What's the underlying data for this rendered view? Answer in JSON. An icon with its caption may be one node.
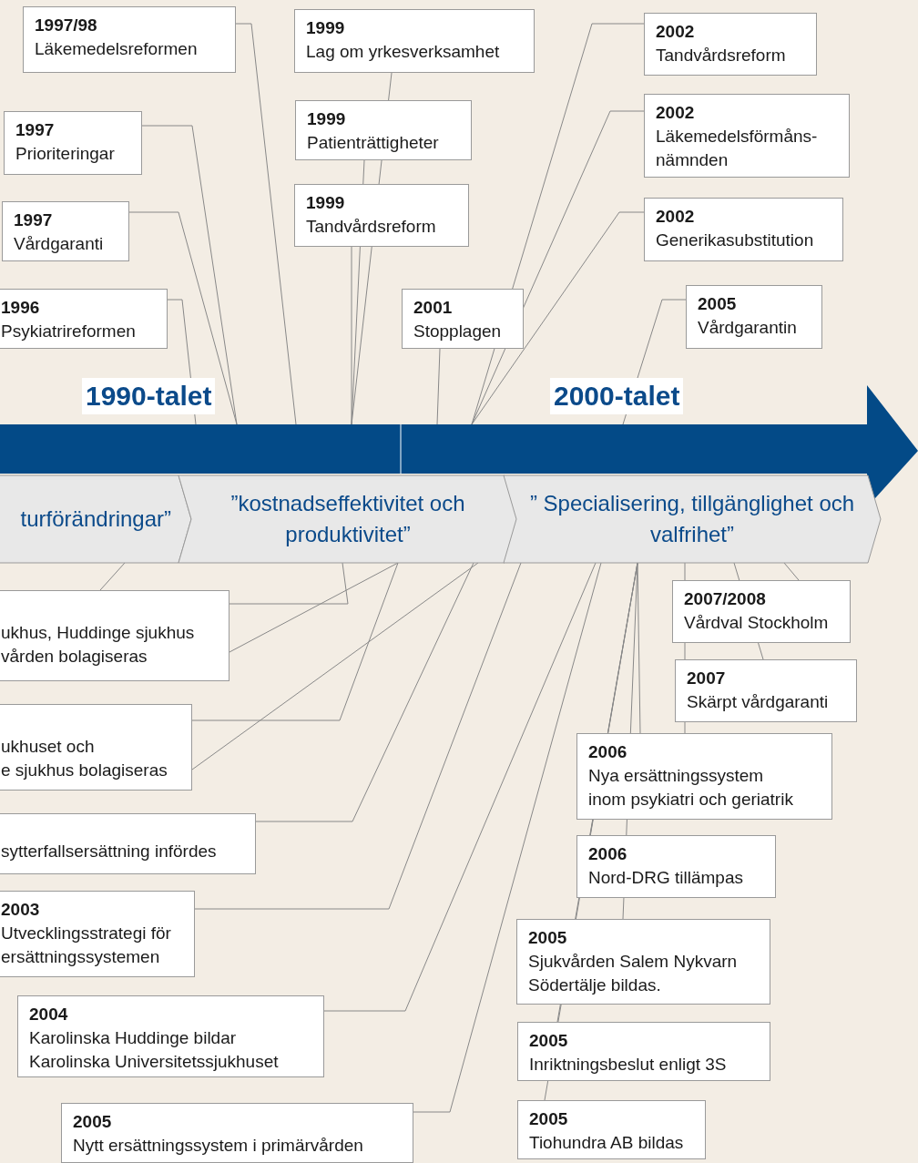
{
  "diagram": {
    "nodes": [
      {
        "text": [],
        "shape": "bar"
      },
      {
        "text": [
          "turförändringar”"
        ]
      },
      {
        "text": [
          "”kostnadseffektivitet och produktivitet”"
        ]
      },
      {
        "text": [
          "” Specialisering, tillgänglighet och valfrihet”"
        ]
      },
      {
        "text": [
          "1997/98",
          "Läkemedelsreformen"
        ]
      },
      {
        "text": [
          "1997",
          "Prioriteringar"
        ]
      },
      {
        "text": [
          "1997",
          "Vårdgaranti"
        ]
      },
      {
        "text": [
          "1996",
          "Psykiatrireformen"
        ]
      },
      {
        "text": [
          "1999",
          "Lag om yrkesverksamhet"
        ]
      },
      {
        "text": [
          "1999",
          "Patienträttigheter"
        ]
      },
      {
        "text": [
          "1999",
          "Tandvårdsreform"
        ]
      },
      {
        "text": [
          "2001",
          "Stopplagen"
        ]
      },
      {
        "text": [
          "2002",
          "Tandvårdsreform"
        ]
      },
      {
        "text": [
          "2002",
          "Läkemedelsförmåns- nämnden"
        ]
      },
      {
        "text": [
          "2002",
          "Generikasubstitution"
        ]
      },
      {
        "text": [
          "2005",
          "Vårdgarantin"
        ]
      },
      {
        "text": [
          "ukhus, Huddinge sjukhus vården bolagiseras"
        ]
      },
      {
        "text": [
          "ukhuset och",
          "e sjukhus bolagiseras"
        ]
      },
      {
        "text": [
          "sytterfallsersättning infördes"
        ]
      },
      {
        "text": [
          "2003",
          "Utvecklingsstrategi för ersättningssystemen"
        ]
      },
      {
        "text": [
          "2004",
          "Karolinska Huddinge bildar Karolinska Universitetssjukhuset"
        ]
      },
      {
        "text": [
          "2005",
          "Nytt ersättningssystem i primärvården"
        ]
      },
      {
        "text": [
          "2007/2008",
          "Vårdval Stockholm"
        ]
      },
      {
        "text": [
          "2007",
          "Skärpt vårdgaranti"
        ]
      },
      {
        "text": [
          "2006",
          "Nya ersättningssystem inom psykiatri och geriatrik"
        ]
      },
      {
        "text": [
          "2006",
          "Nord-DRG tillämpas"
        ]
      },
      {
        "text": [
          "2005",
          "Sjukvården Salem Nykvarn Södertälje bildas."
        ]
      },
      {
        "text": [
          "2005",
          "Inriktningsbeslut enligt 3S"
        ]
      },
      {
        "text": [
          "2005",
          "Tiohundra AB bildas"
        ]
      }
    ],
    "edges": [
      {
        "from": 4,
        "to": 0,
        "arrow": "none"
      },
      {
        "from": 5,
        "to": 0,
        "arrow": "none"
      },
      {
        "from": 6,
        "to": 0,
        "arrow": "none"
      },
      {
        "from": 7,
        "to": 0,
        "arrow": "none"
      },
      {
        "from": 8,
        "to": 0,
        "arrow": "none"
      },
      {
        "from": 9,
        "to": 0,
        "arrow": "none"
      },
      {
        "from": 10,
        "to": 0,
        "arrow": "none"
      },
      {
        "from": 11,
        "to": 0,
        "arrow": "none"
      },
      {
        "from": 12,
        "to": 0,
        "arrow": "none"
      },
      {
        "from": 13,
        "to": 0,
        "arrow": "none"
      },
      {
        "from": 14,
        "to": 0,
        "arrow": "none"
      },
      {
        "from": 15,
        "to": 0,
        "arrow": "none"
      },
      {
        "from": 16,
        "to": 1,
        "arrow": "none"
      },
      {
        "from": 16,
        "to": 2,
        "arrow": "none"
      },
      {
        "from": 16,
        "to": 2,
        "arrow": "none"
      },
      {
        "from": 17,
        "to": 2,
        "arrow": "none"
      },
      {
        "from": 17,
        "to": 2,
        "arrow": "none"
      },
      {
        "from": 18,
        "to": 2,
        "arrow": "none"
      },
      {
        "from": 19,
        "to": 3,
        "arrow": "none"
      },
      {
        "from": 20,
        "to": 3,
        "arrow": "none"
      },
      {
        "from": 21,
        "to": 3,
        "arrow": "none"
      },
      {
        "from": 22,
        "to": 3,
        "arrow": "none"
      },
      {
        "from": 23,
        "to": 3,
        "arrow": "none"
      },
      {
        "from": 24,
        "to": 3,
        "arrow": "none"
      },
      {
        "from": 24,
        "to": 3,
        "arrow": "none"
      },
      {
        "from": 25,
        "to": 3,
        "arrow": "none"
      },
      {
        "from": 26,
        "to": 3,
        "arrow": "none"
      },
      {
        "from": 27,
        "to": 3,
        "arrow": "none"
      },
      {
        "from": 28,
        "to": 3,
        "arrow": "none"
      }
    ],
    "labels": [
      "1990-talet",
      "2000-talet"
    ]
  }
}
